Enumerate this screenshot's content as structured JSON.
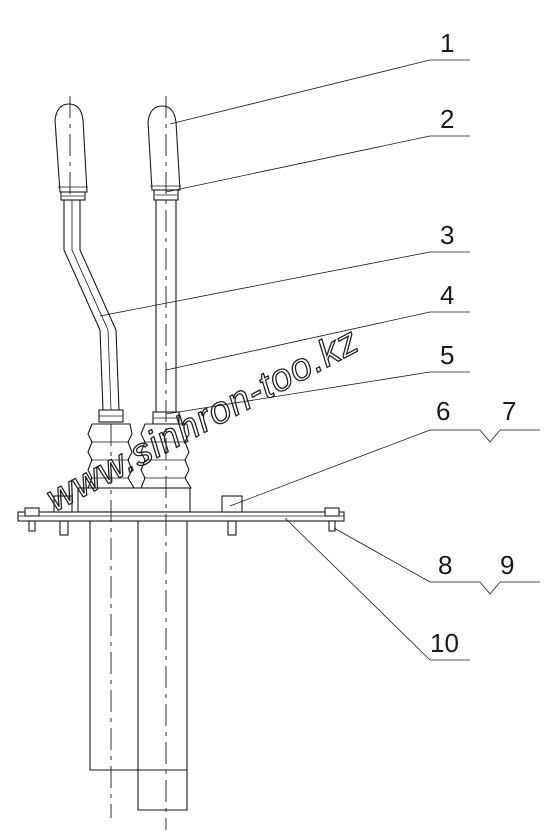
{
  "callouts": [
    {
      "label": "1"
    },
    {
      "label": "2"
    },
    {
      "label": "3"
    },
    {
      "label": "4"
    },
    {
      "label": "5"
    },
    {
      "label": "6"
    },
    {
      "label": "7"
    },
    {
      "label": "8"
    },
    {
      "label": "9"
    },
    {
      "label": "10"
    }
  ],
  "watermark": {
    "text": "www.sinhron-too.kz"
  }
}
